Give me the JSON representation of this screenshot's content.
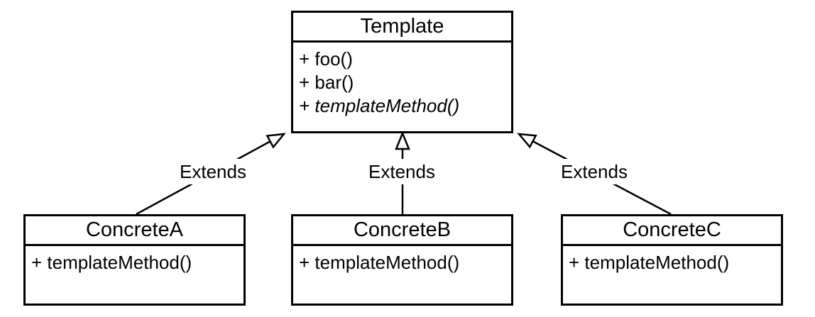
{
  "diagram": {
    "kind": "uml-class-diagram",
    "colors": {
      "stroke": "#000000",
      "fill": "#ffffff",
      "text": "#000000"
    }
  },
  "classes": [
    {
      "name": "Template",
      "methods": [
        {
          "text": "+ foo()",
          "italic": false
        },
        {
          "text": "+ bar()",
          "italic": false
        },
        {
          "text": "+ templateMethod()",
          "italic": true
        }
      ]
    },
    {
      "name": "ConcreteA",
      "methods": [
        {
          "text": "+ templateMethod()",
          "italic": false
        }
      ]
    },
    {
      "name": "ConcreteB",
      "methods": [
        {
          "text": "+ templateMethod()",
          "italic": false
        }
      ]
    },
    {
      "name": "ConcreteC",
      "methods": [
        {
          "text": "+ templateMethod()",
          "italic": false
        }
      ]
    }
  ],
  "relations": [
    {
      "from": "ConcreteA",
      "to": "Template",
      "label": "Extends",
      "arrowhead": "hollow-triangle"
    },
    {
      "from": "ConcreteB",
      "to": "Template",
      "label": "Extends",
      "arrowhead": "hollow-triangle"
    },
    {
      "from": "ConcreteC",
      "to": "Template",
      "label": "Extends",
      "arrowhead": "hollow-triangle"
    }
  ]
}
